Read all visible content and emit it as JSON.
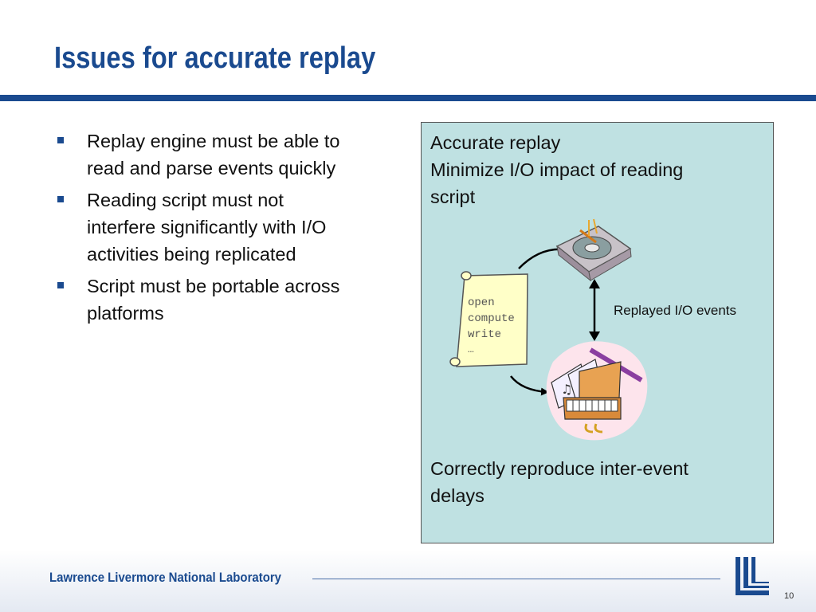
{
  "slide": {
    "title": "Issues for accurate replay",
    "bullets": [
      {
        "line1": "Replay engine must be able to",
        "line2": "read and parse events quickly"
      },
      {
        "line1": "Reading script must not",
        "line2": "interfere significantly with I/O",
        "line3": "activities being replicated"
      },
      {
        "line1": "Script must be portable across",
        "line2": "platforms"
      }
    ],
    "panel": {
      "heading1": "Accurate replay",
      "heading2": "Minimize I/O impact of reading",
      "heading3": "script",
      "script_lines": [
        "open",
        "compute",
        "write",
        "…"
      ],
      "arrow_label": "Replayed I/O events",
      "footer1": "Correctly reproduce inter-event",
      "footer2": "delays"
    },
    "footer": {
      "lab_name": "Lawrence Livermore National Laboratory",
      "page_number": "10"
    }
  },
  "colors": {
    "title_blue": "#1a4a8f",
    "panel_bg": "#bfe1e2",
    "scroll_fill": "#ffffc8"
  },
  "icons": [
    "bullet-square-icon",
    "scroll-icon",
    "hard-drive-icon",
    "keyboard-music-icon",
    "llnl-logo-icon"
  ]
}
